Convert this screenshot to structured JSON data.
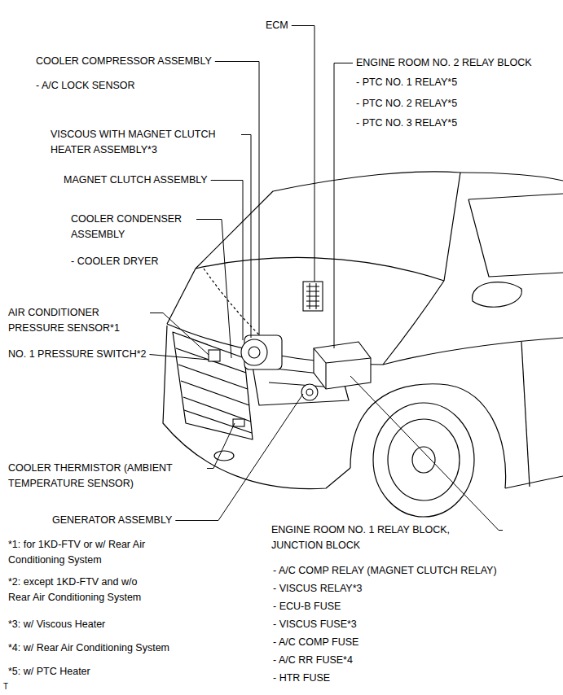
{
  "diagram": {
    "labels": [
      "ECM",
      "COOLER COMPRESSOR ASSEMBLY",
      "- A/C LOCK SENSOR",
      "ENGINE ROOM NO. 2 RELAY BLOCK",
      "- PTC NO. 1 RELAY*5",
      "- PTC NO. 2 RELAY*5",
      "- PTC NO. 3 RELAY*5",
      "VISCOUS WITH MAGNET CLUTCH HEATER ASSEMBLY*3",
      "MAGNET CLUTCH ASSEMBLY",
      "COOLER CONDENSER ASSEMBLY",
      "- COOLER DRYER",
      "AIR CONDITIONER PRESSURE SENSOR*1",
      "NO. 1 PRESSURE SWITCH*2",
      "COOLER THERMISTOR (AMBIENT TEMPERATURE SENSOR)",
      "GENERATOR ASSEMBLY",
      "ENGINE ROOM NO. 1 RELAY BLOCK, JUNCTION BLOCK",
      "- A/C COMP RELAY (MAGNET CLUTCH RELAY)",
      "- VISCUS RELAY*3",
      "- ECU-B FUSE",
      "- VISCUS FUSE*3",
      "- A/C COMP FUSE",
      "- A/C RR FUSE*4",
      "- HTR FUSE",
      "*1: for 1KD-FTV or w/ Rear Air Conditioning System",
      "*2: except 1KD-FTV and w/o Rear Air Conditioning System",
      "*3: w/ Viscous Heater",
      "*4: w/ Rear Air Conditioning System",
      "*5: w/ PTC Heater",
      "T"
    ]
  }
}
